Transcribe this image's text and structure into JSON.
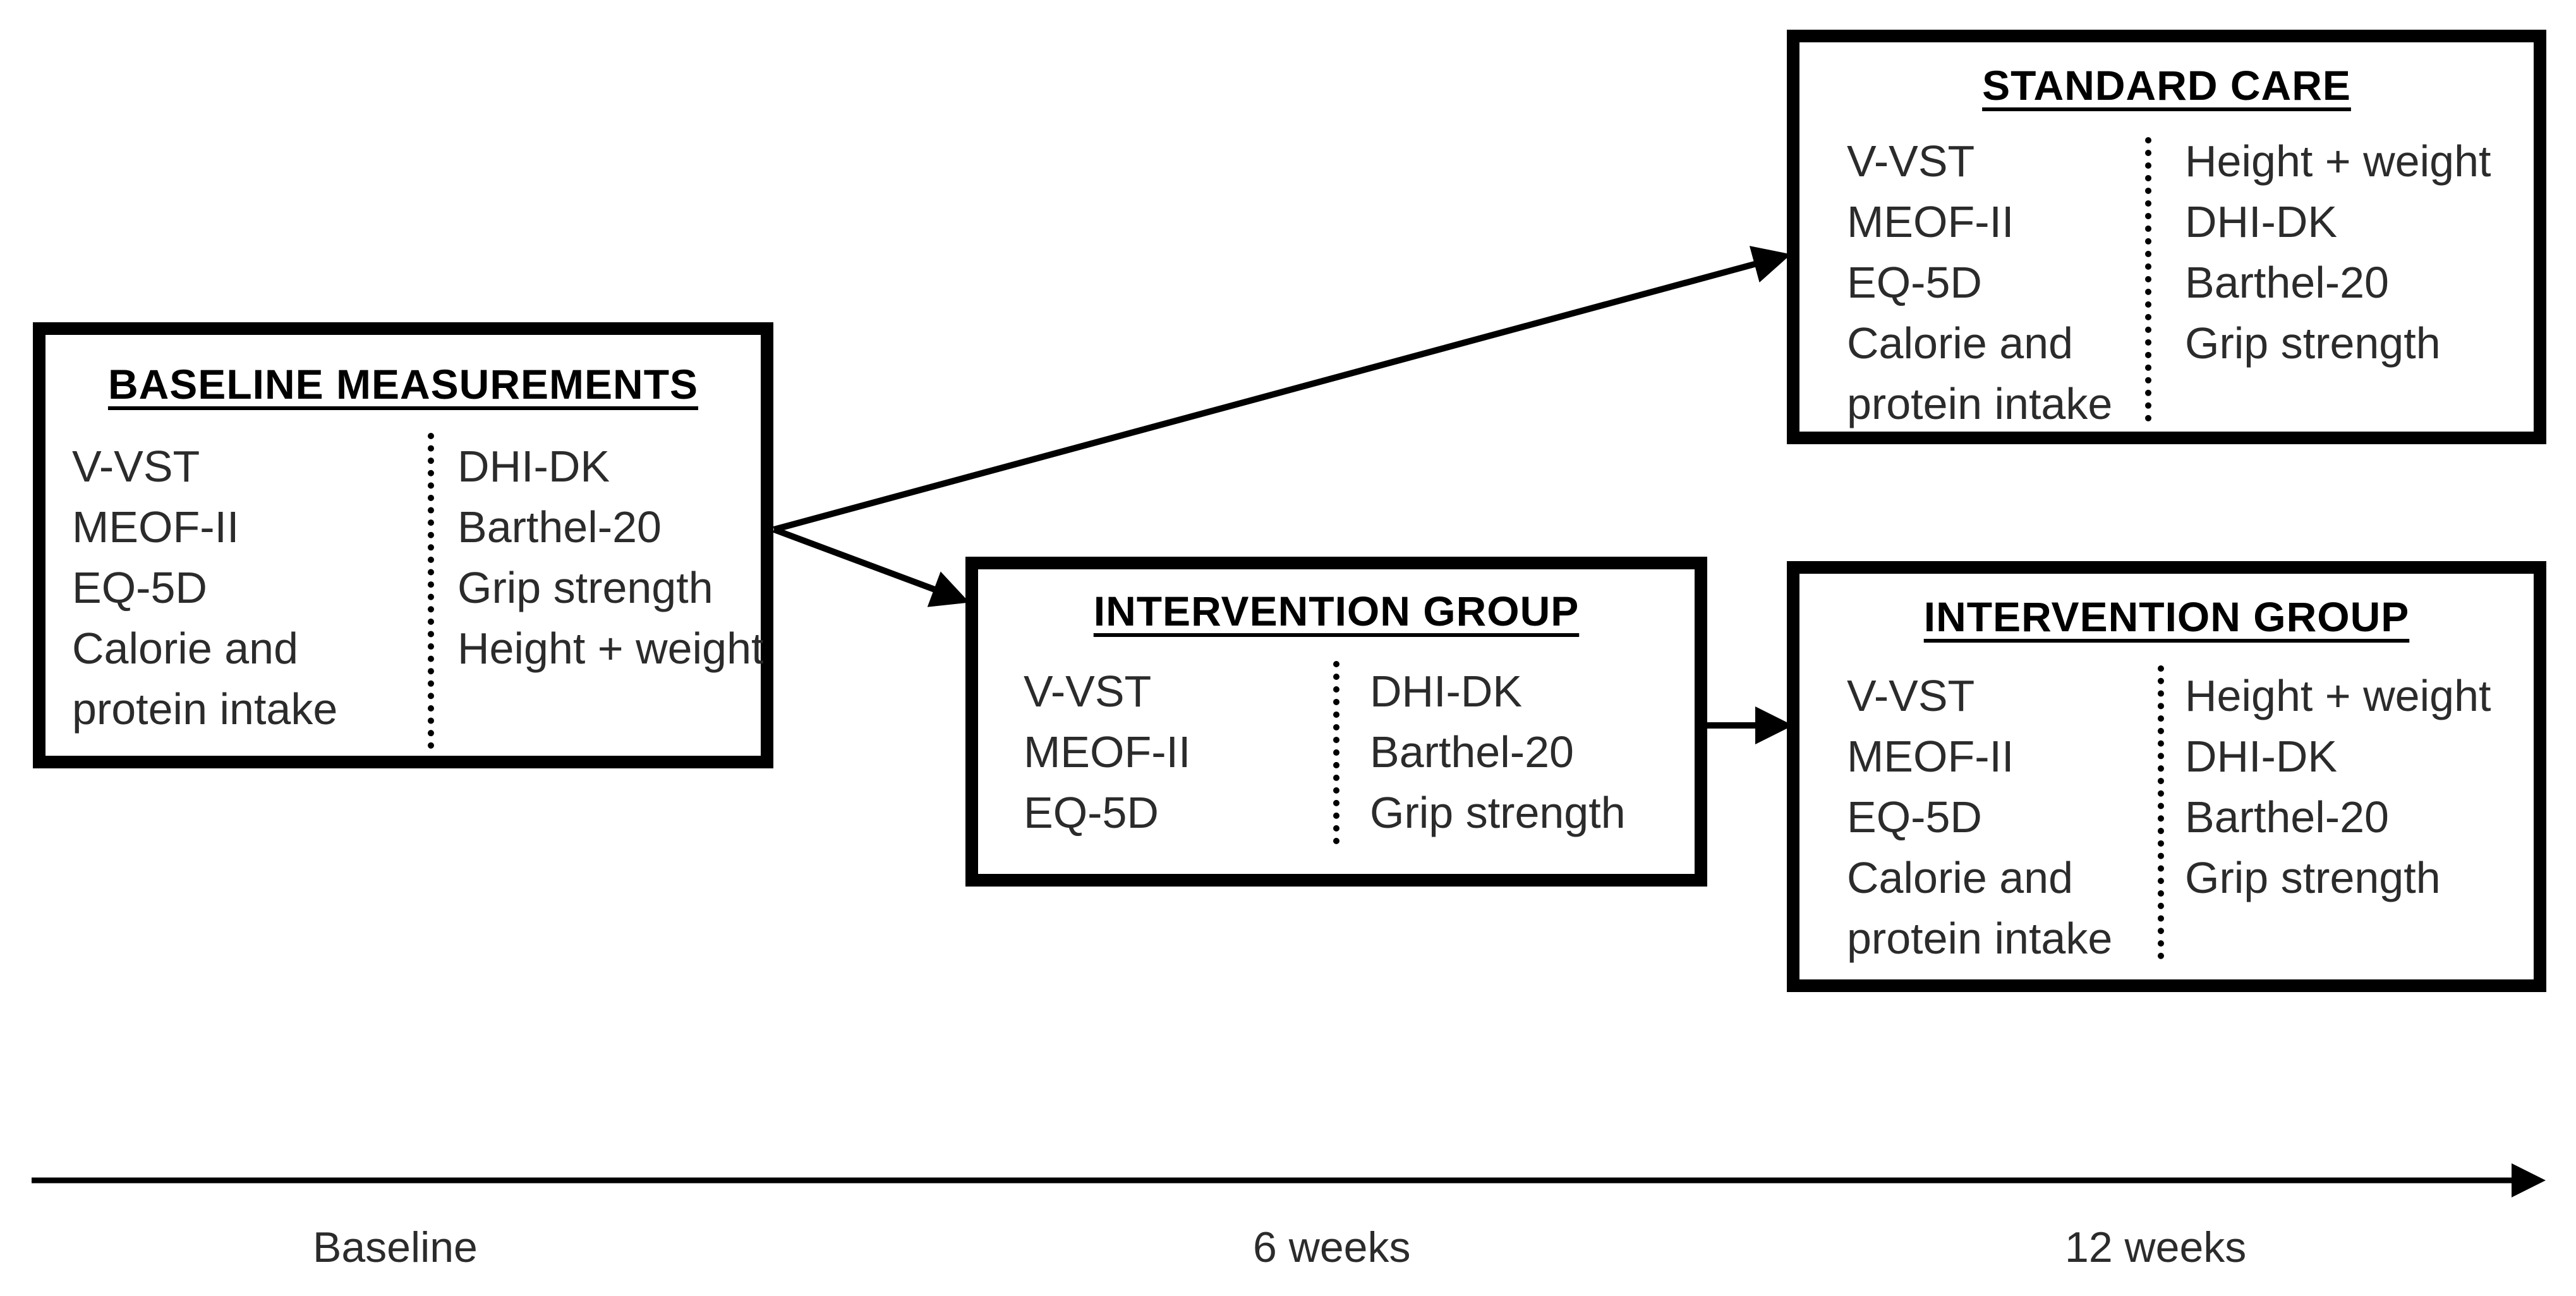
{
  "baseline_box": {
    "title": "BASELINE MEASUREMENTS",
    "left": [
      "V-VST",
      "MEOF-II",
      "EQ-5D",
      "Calorie and",
      "protein intake"
    ],
    "right": [
      "DHI-DK",
      "Barthel-20",
      "Grip strength",
      "Height + weight"
    ]
  },
  "intervention_6wk_box": {
    "title": "INTERVENTION GROUP",
    "left": [
      "V-VST",
      "MEOF-II",
      "EQ-5D"
    ],
    "right": [
      "DHI-DK",
      "Barthel-20",
      "Grip strength"
    ]
  },
  "standard_care_box": {
    "title": "STANDARD CARE",
    "left": [
      "V-VST",
      "MEOF-II",
      "EQ-5D",
      "Calorie and",
      "protein intake"
    ],
    "right": [
      "Height + weight",
      "DHI-DK",
      "Barthel-20",
      "Grip strength"
    ]
  },
  "intervention_12wk_box": {
    "title": "INTERVENTION GROUP",
    "left": [
      "V-VST",
      "MEOF-II",
      "EQ-5D",
      "Calorie and",
      "protein intake"
    ],
    "right": [
      "Height + weight",
      "DHI-DK",
      "Barthel-20",
      "Grip strength"
    ]
  },
  "timeline": {
    "labels": [
      "Baseline",
      "6 weeks",
      "12 weeks"
    ]
  }
}
